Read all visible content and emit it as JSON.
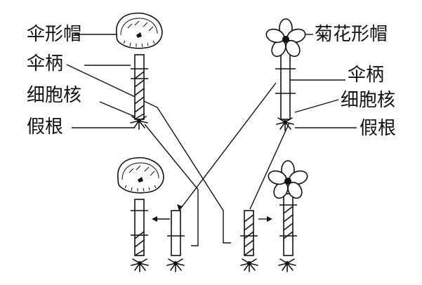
{
  "labels": {
    "left_cap": "伞形帽",
    "left_stalk": "伞柄",
    "left_nucleus": "细胞核",
    "left_rhizoid": "假根",
    "right_cap": "菊花形帽",
    "right_stalk": "伞柄",
    "right_nucleus": "细胞核",
    "right_rhizoid": "假根"
  }
}
